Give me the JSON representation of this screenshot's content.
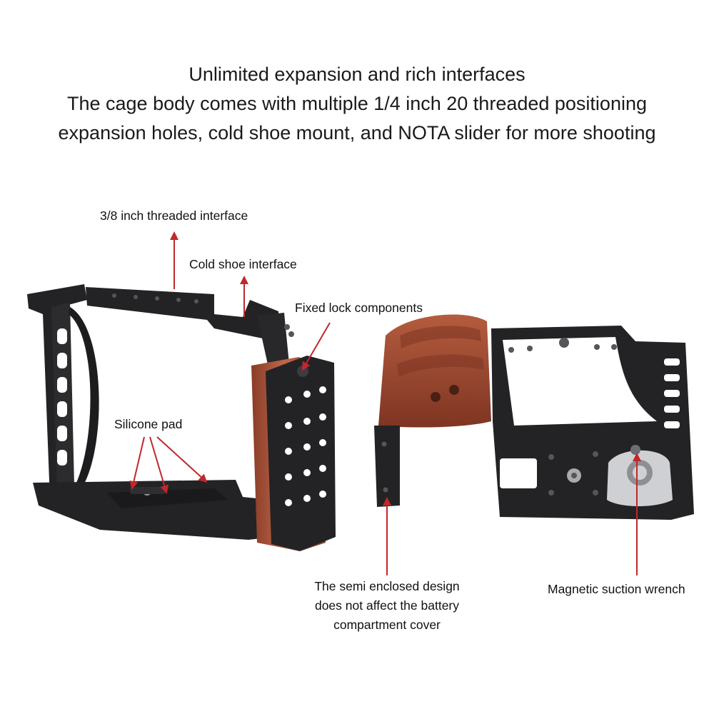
{
  "header": {
    "line1": "Unlimited expansion and rich interfaces",
    "line2": "The cage body comes with multiple 1/4 inch 20 threaded positioning",
    "line3": "expansion holes, cold shoe mount, and NOTA slider for more shooting"
  },
  "callouts": {
    "threaded_3_8": "3/8 inch threaded interface",
    "cold_shoe": "Cold shoe interface",
    "fixed_lock": "Fixed lock components",
    "silicone_pad": "Silicone pad",
    "semi_enclosed_line1": "The semi enclosed design",
    "semi_enclosed_line2": "does not affect the battery",
    "semi_enclosed_line3": "compartment cover",
    "magnetic_wrench": "Magnetic suction wrench"
  },
  "colors": {
    "arrow": "#c0282b",
    "metal": "#232325",
    "metal_edge": "#3c3c40",
    "wood": "#9e4a32",
    "wood_light": "#bd6848",
    "background": "#ffffff",
    "text": "#1a1a1a"
  }
}
